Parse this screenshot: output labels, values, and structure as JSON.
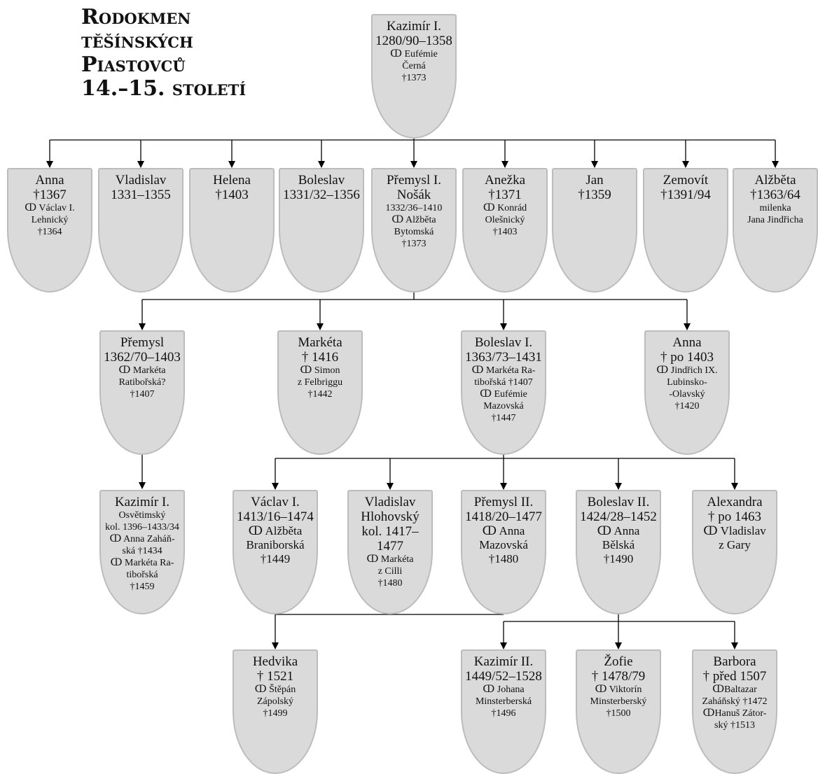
{
  "title": [
    "Rodokmen",
    "těšínských",
    "Piastovců",
    "14.–15. století"
  ],
  "people": {
    "kazimir1": {
      "lines": [
        [
          "nm",
          "Kazimír I."
        ],
        [
          "nm",
          "1280/90–1358"
        ],
        [
          "sm",
          "ↀ Eufémie"
        ],
        [
          "sm",
          "Černá"
        ],
        [
          "sm",
          "†1373"
        ]
      ]
    },
    "anna1367": {
      "lines": [
        [
          "nm",
          "Anna"
        ],
        [
          "nm",
          "†1367"
        ],
        [
          "sm",
          "ↀ Václav I."
        ],
        [
          "sm",
          "Lehnický"
        ],
        [
          "sm",
          "†1364"
        ]
      ]
    },
    "vladislav": {
      "lines": [
        [
          "nm",
          "Vladislav"
        ],
        [
          "nm",
          "1331–1355"
        ]
      ]
    },
    "helena": {
      "lines": [
        [
          "nm",
          "Helena"
        ],
        [
          "nm",
          "†1403"
        ]
      ]
    },
    "boleslav": {
      "lines": [
        [
          "nm",
          "Boleslav"
        ],
        [
          "nm",
          "1331/32–1356"
        ]
      ]
    },
    "premysl1": {
      "lines": [
        [
          "nm",
          "Přemysl I."
        ],
        [
          "nm",
          "Nošák"
        ],
        [
          "sm",
          "1332/36–1410"
        ],
        [
          "sm",
          "ↀ Alžběta"
        ],
        [
          "sm",
          "Bytomská"
        ],
        [
          "sm",
          "†1373"
        ]
      ]
    },
    "anezka": {
      "lines": [
        [
          "nm",
          "Anežka"
        ],
        [
          "nm",
          "†1371"
        ],
        [
          "sm",
          "ↀ Konrád"
        ],
        [
          "sm",
          "Olešnický"
        ],
        [
          "sm",
          "†1403"
        ]
      ]
    },
    "jan": {
      "lines": [
        [
          "nm",
          "Jan"
        ],
        [
          "nm",
          "†1359"
        ]
      ]
    },
    "zemovit": {
      "lines": [
        [
          "nm",
          "Zemovít"
        ],
        [
          "nm",
          "†1391/94"
        ]
      ]
    },
    "alzbeta": {
      "lines": [
        [
          "nm",
          "Alžběta"
        ],
        [
          "nm",
          "†1363/64"
        ],
        [
          "sm",
          "milenka"
        ],
        [
          "sm",
          "Jana Jindřicha"
        ]
      ]
    },
    "premysl1362": {
      "lines": [
        [
          "nm",
          "Přemysl"
        ],
        [
          "nm",
          "1362/70–1403"
        ],
        [
          "sm",
          "ↀ Markéta"
        ],
        [
          "sm",
          "Ratibořská?"
        ],
        [
          "sm",
          "†1407"
        ]
      ]
    },
    "marketa1416": {
      "lines": [
        [
          "nm",
          "Markéta"
        ],
        [
          "nm",
          "† 1416"
        ],
        [
          "sm",
          "ↀ Simon"
        ],
        [
          "sm",
          "z Felbriggu"
        ],
        [
          "sm",
          "†1442"
        ]
      ]
    },
    "boleslav1": {
      "lines": [
        [
          "nm",
          "Boleslav I."
        ],
        [
          "nm",
          "1363/73–1431"
        ],
        [
          "sm",
          "ↀ Markéta Ra-"
        ],
        [
          "sm",
          "tibořská †1407"
        ],
        [
          "sm",
          "ↀ Eufémie"
        ],
        [
          "sm",
          "Mazovská"
        ],
        [
          "sm",
          "†1447"
        ]
      ]
    },
    "annapo1403": {
      "lines": [
        [
          "nm",
          "Anna"
        ],
        [
          "nm",
          "† po 1403"
        ],
        [
          "sm",
          "ↀ Jindřich IX."
        ],
        [
          "sm",
          "Lubinsko-"
        ],
        [
          "sm",
          "-Olavský"
        ],
        [
          "sm",
          "†1420"
        ]
      ]
    },
    "kazimir1osv": {
      "lines": [
        [
          "nm",
          "Kazimír I."
        ],
        [
          "sm",
          "Osvětimský"
        ],
        [
          "sm",
          "kol. 1396–1433/34"
        ],
        [
          "sm",
          "ↀ Anna Zaháň-"
        ],
        [
          "sm",
          "ská †1434"
        ],
        [
          "sm",
          "ↀ Markéta Ra-"
        ],
        [
          "sm",
          "tibořská"
        ],
        [
          "sm",
          "†1459"
        ]
      ]
    },
    "vaclav1": {
      "lines": [
        [
          "nm",
          "Václav I."
        ],
        [
          "nm",
          "1413/16–1474"
        ],
        [
          "md",
          "ↀ Alžběta"
        ],
        [
          "md",
          "Braniborská"
        ],
        [
          "md",
          "†1449"
        ]
      ]
    },
    "vladislavhl": {
      "lines": [
        [
          "nm",
          "Vladislav"
        ],
        [
          "nm",
          "Hlohovský"
        ],
        [
          "nm",
          "kol. 1417–1477"
        ],
        [
          "sm",
          "ↀ Markéta"
        ],
        [
          "sm",
          "z Cilli"
        ],
        [
          "sm",
          "†1480"
        ]
      ]
    },
    "premysl2": {
      "lines": [
        [
          "nm",
          "Přemysl II."
        ],
        [
          "nm",
          "1418/20–1477"
        ],
        [
          "md",
          "ↀ Anna"
        ],
        [
          "md",
          "Mazovská"
        ],
        [
          "md",
          "†1480"
        ]
      ]
    },
    "boleslav2": {
      "lines": [
        [
          "nm",
          "Boleslav II."
        ],
        [
          "nm",
          "1424/28–1452"
        ],
        [
          "md",
          "ↀ Anna"
        ],
        [
          "md",
          "Bělská"
        ],
        [
          "md",
          "†1490"
        ]
      ]
    },
    "alexandra": {
      "lines": [
        [
          "nm",
          "Alexandra"
        ],
        [
          "nm",
          "† po 1463"
        ],
        [
          "md",
          "ↀ Vladislav"
        ],
        [
          "md",
          "z Gary"
        ]
      ]
    },
    "hedvika": {
      "lines": [
        [
          "nm",
          "Hedvika"
        ],
        [
          "nm",
          "† 1521"
        ],
        [
          "sm",
          "ↀ Štěpán"
        ],
        [
          "sm",
          "Zápolský"
        ],
        [
          "sm",
          "†1499"
        ]
      ]
    },
    "kazimir2": {
      "lines": [
        [
          "nm",
          "Kazimír II."
        ],
        [
          "nm",
          "1449/52–1528"
        ],
        [
          "sm",
          "ↀ Johana"
        ],
        [
          "sm",
          "Minsterberská"
        ],
        [
          "sm",
          "†1496"
        ]
      ]
    },
    "zofie": {
      "lines": [
        [
          "nm",
          "Žofie"
        ],
        [
          "nm",
          "† 1478/79"
        ],
        [
          "sm",
          "ↀ Viktorín"
        ],
        [
          "sm",
          "Minsterberský"
        ],
        [
          "sm",
          "†1500"
        ]
      ]
    },
    "barbora": {
      "lines": [
        [
          "nm",
          "Barbora"
        ],
        [
          "nm",
          "† před 1507"
        ],
        [
          "sm",
          "ↀBaltazar"
        ],
        [
          "sm",
          "Zaháňský †1472"
        ],
        [
          "sm",
          "ↀHanuš Zátor-"
        ],
        [
          "sm",
          "ský †1513"
        ]
      ]
    }
  }
}
